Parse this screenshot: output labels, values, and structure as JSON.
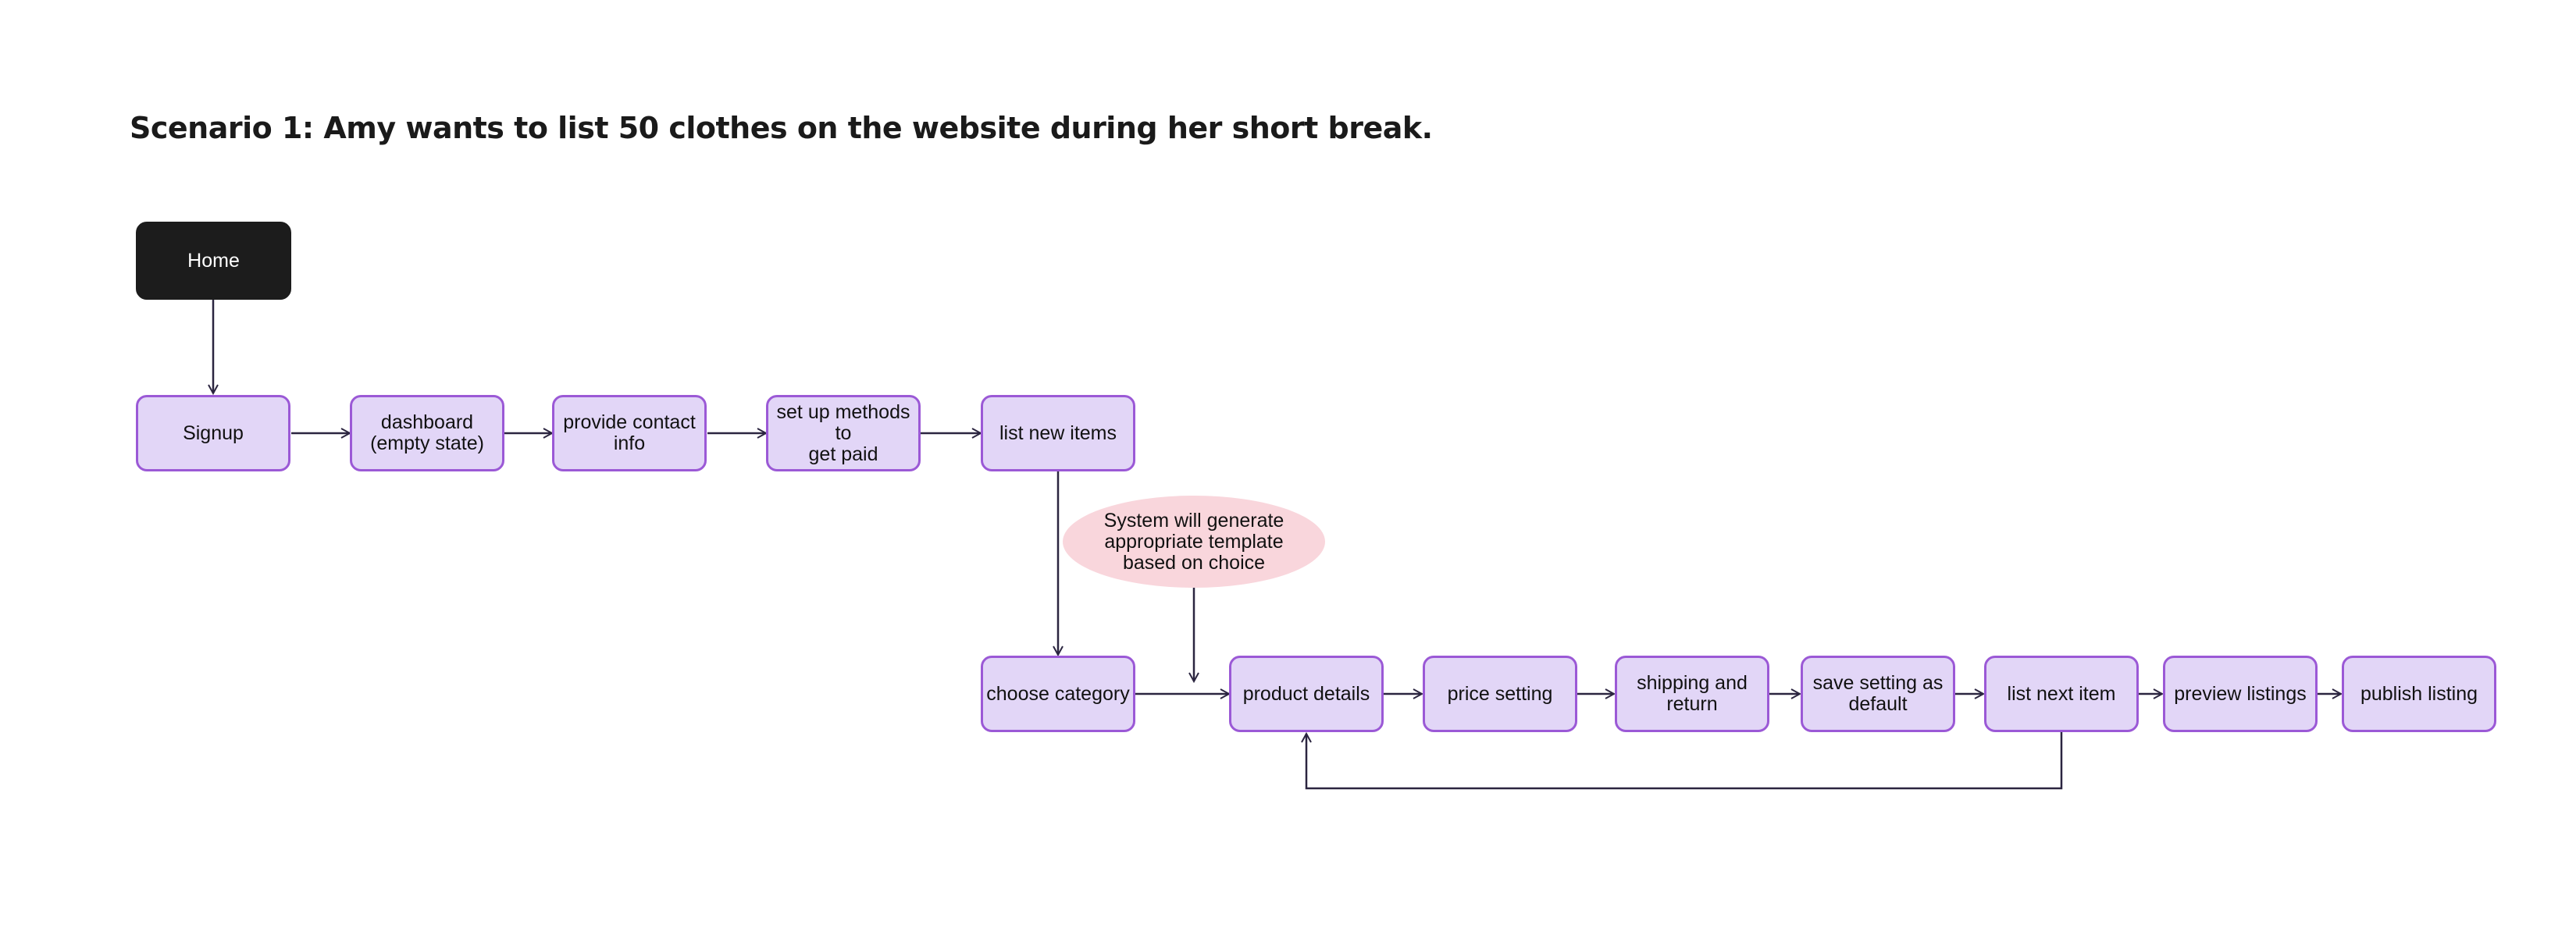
{
  "title": "Scenario 1: Amy wants to list 50 clothes on the website during her short break.",
  "nodes": {
    "home": "Home",
    "signup": "Signup",
    "dashboard": "dashboard\n(empty state)",
    "contact": "provide contact\ninfo",
    "payment": "set up methods to\nget paid",
    "list_new": "list new items",
    "category": "choose category",
    "product": "product details",
    "price": "price setting",
    "shipping": "shipping and\nreturn",
    "save_default": "save setting as\ndefault",
    "list_next": "list next item",
    "preview": "preview listings",
    "publish": "publish listing"
  },
  "note": "System will generate\nappropriate template\nbased on choice",
  "colors": {
    "node_fill": "#e2d6f7",
    "node_border": "#9b59d6",
    "home_fill": "#1c1c1c",
    "note_fill": "#f9d6dc",
    "edge": "#2b2540"
  }
}
